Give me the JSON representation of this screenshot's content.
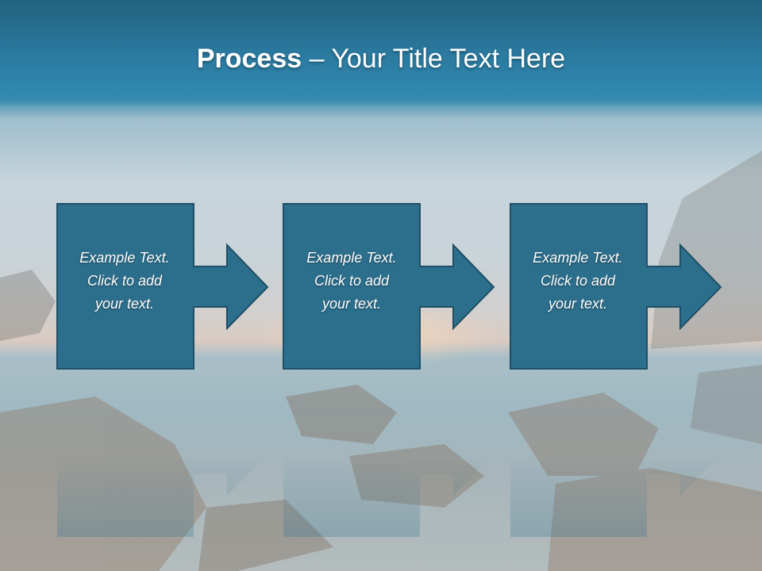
{
  "slide": {
    "title_bold": "Process",
    "title_rest": " – Your Title Text Here"
  },
  "steps": [
    {
      "line1": "Example Text.",
      "line2": "Click  to add",
      "line3": "your text."
    },
    {
      "line1": "Example Text.",
      "line2": "Click  to add",
      "line3": "your text."
    },
    {
      "line1": "Example Text.",
      "line2": "Click  to add",
      "line3": "your text."
    }
  ],
  "colors": {
    "shape_fill": "#2c6f8c",
    "shape_stroke": "#1f4f66",
    "header_band": "#2b7aa0"
  },
  "icons": [
    "right-arrow-icon"
  ]
}
